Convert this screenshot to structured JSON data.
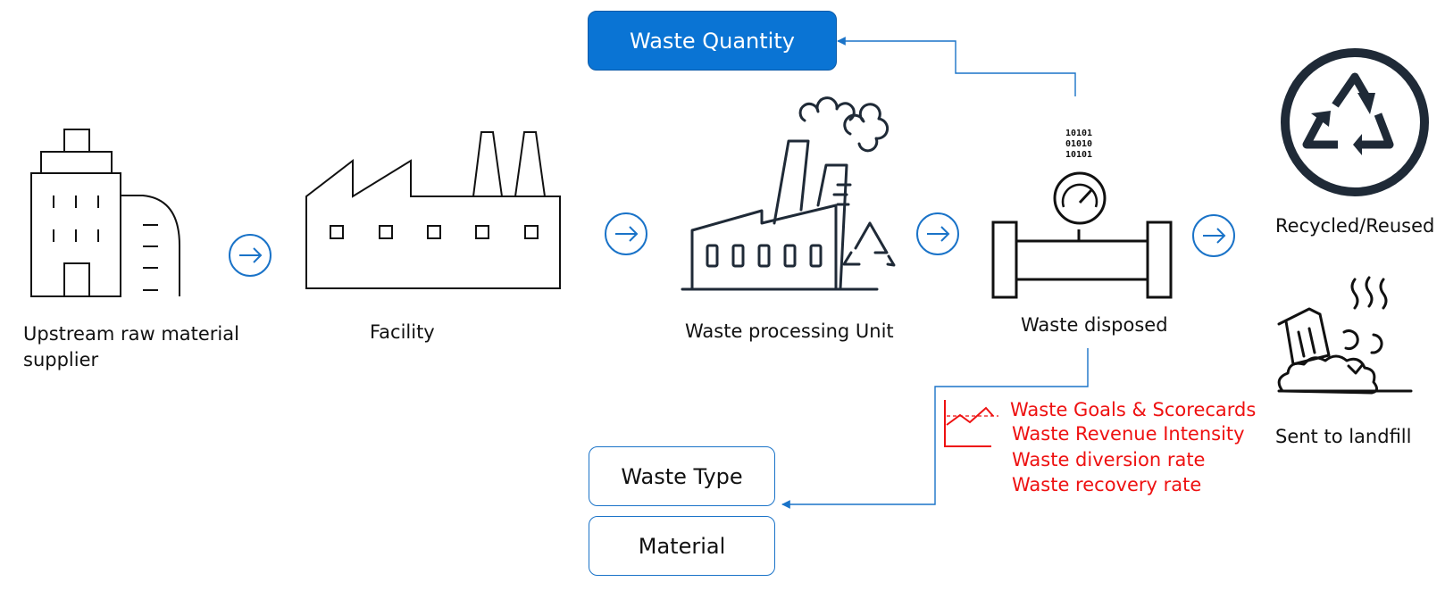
{
  "nodes": {
    "upstream": "Upstream raw material\nsupplier",
    "facility": "Facility",
    "processing": "Waste processing Unit",
    "disposed": "Waste disposed",
    "recycled": "Recycled/Reused",
    "landfill": "Sent to landfill"
  },
  "boxes": {
    "quantity": "Waste Quantity",
    "type": "Waste Type",
    "material": "Material"
  },
  "metrics": [
    "Waste Goals & Scorecards",
    "Waste Revenue Intensity",
    "Waste diversion rate",
    "Waste recovery rate"
  ],
  "binary_lines": [
    "10101",
    "01010",
    "10101"
  ],
  "colors": {
    "accent": "#0a74d4",
    "line": "#1a73c8",
    "metric": "#ee1111",
    "icon": "#111111"
  }
}
